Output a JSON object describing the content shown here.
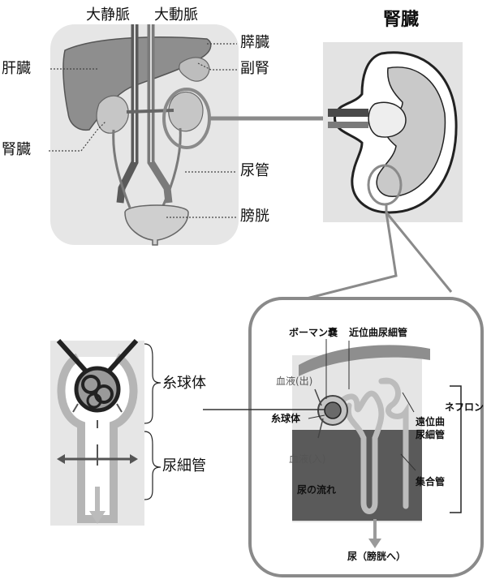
{
  "labels": {
    "vena_cava": "大静脈",
    "aorta": "大動脈",
    "kidney_title": "腎臓",
    "liver": "肝臓",
    "pancreas": "膵臓",
    "adrenal": "副腎",
    "kidney": "腎臓",
    "ureter": "尿管",
    "bladder": "膀胱",
    "bowman": "ボーマン嚢",
    "proximal_tubule": "近位曲尿細管",
    "blood_out": "血液(出)",
    "glomerulus_small": "糸球体",
    "blood_in": "血液(入)",
    "urine_flow": "尿の流れ",
    "distal_tubule_1": "遠位曲",
    "distal_tubule_2": "尿細管",
    "collecting_duct": "集合管",
    "nephron": "ネフロン",
    "urine_to_bladder": "尿（膀胱へ）",
    "glomerulus": "糸球体",
    "renal_tubule": "尿細管"
  },
  "colors": {
    "panel_gray": "#e5e5e5",
    "organ_gray": "#9e9e9e",
    "dark_gray": "#444444",
    "line_gray": "#8a8a8a",
    "cortex": "#d9d2c7",
    "medulla": "#5c5c5c",
    "light_tubule": "#c8c8c8"
  }
}
